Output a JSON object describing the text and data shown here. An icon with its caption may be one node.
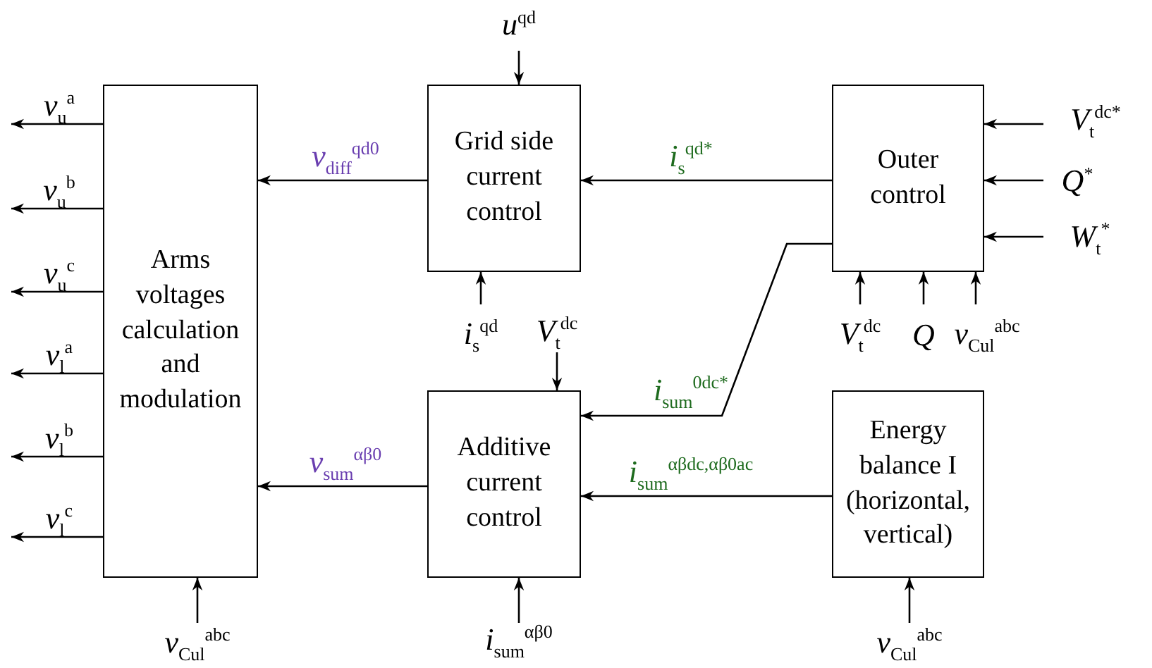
{
  "diagram": {
    "nodes": [
      {
        "text": [
          "Arms voltages calculation and modulation"
        ]
      },
      {
        "text": [
          "Grid side current control"
        ]
      },
      {
        "text": [
          "Outer control"
        ]
      },
      {
        "text": [
          "Additive current control"
        ]
      },
      {
        "text": [
          "Energy balance I (horizontal, vertical)"
        ]
      }
    ],
    "edges": [
      {
        "from": 0,
        "to": null,
        "arrow": "to",
        "label": "v$_{u}$$^{a}$"
      },
      {
        "from": 0,
        "to": null,
        "arrow": "to",
        "label": "v$_{u}$$^{b}$"
      },
      {
        "from": 0,
        "to": null,
        "arrow": "to",
        "label": "v$_{u}$$^{c}$"
      },
      {
        "from": 0,
        "to": null,
        "arrow": "to",
        "label": "v$_{l}$$^{a}$"
      },
      {
        "from": 0,
        "to": null,
        "arrow": "to",
        "label": "v$_{l}$$^{b}$"
      },
      {
        "from": 0,
        "to": null,
        "arrow": "to",
        "label": "v$_{l}$$^{c}$"
      },
      {
        "from": null,
        "to": 0,
        "arrow": "to",
        "label": "v$_{Cul}$$^{abc}$"
      },
      {
        "from": 1,
        "to": 0,
        "arrow": "to",
        "label": "v$_{diff}$$^{qd0}$"
      },
      {
        "from": null,
        "to": 1,
        "arrow": "to",
        "label": "u$^{qd}$"
      },
      {
        "from": null,
        "to": 1,
        "arrow": "to",
        "label": "i$_{s}$$^{qd}$"
      },
      {
        "from": 2,
        "to": 1,
        "arrow": "to",
        "label": "i$_{s}$$^{qd*}$"
      },
      {
        "from": null,
        "to": 2,
        "arrow": "to",
        "label": "V$_{t}$$^{dc*}$"
      },
      {
        "from": null,
        "to": 2,
        "arrow": "to",
        "label": "Q$^{*}$"
      },
      {
        "from": null,
        "to": 2,
        "arrow": "to",
        "label": "W$_{t}$$^{*}$"
      },
      {
        "from": null,
        "to": 2,
        "arrow": "to",
        "label": "V$_{t}$$^{dc}$"
      },
      {
        "from": null,
        "to": 2,
        "arrow": "to",
        "label": "Q"
      },
      {
        "from": null,
        "to": 2,
        "arrow": "to",
        "label": "v$_{Cul}$$^{abc}$"
      },
      {
        "from": 2,
        "to": 3,
        "arrow": "to",
        "label": "i$_{sum}$$^{0dc*}$"
      },
      {
        "from": null,
        "to": 3,
        "arrow": "to",
        "label": "V$_{t}$$^{dc}$"
      },
      {
        "from": 3,
        "to": 0,
        "arrow": "to",
        "label": "v$_{sum}$$^{αβ0}$"
      },
      {
        "from": null,
        "to": 3,
        "arrow": "to",
        "label": "i$_{sum}$$^{αβ0}$"
      },
      {
        "from": 4,
        "to": 3,
        "arrow": "to",
        "label": "i$_{sum}$$^{αβdc,αβ0ac}$"
      },
      {
        "from": null,
        "to": 4,
        "arrow": "to",
        "label": "v$_{Cul}$$^{abc}$"
      }
    ]
  }
}
